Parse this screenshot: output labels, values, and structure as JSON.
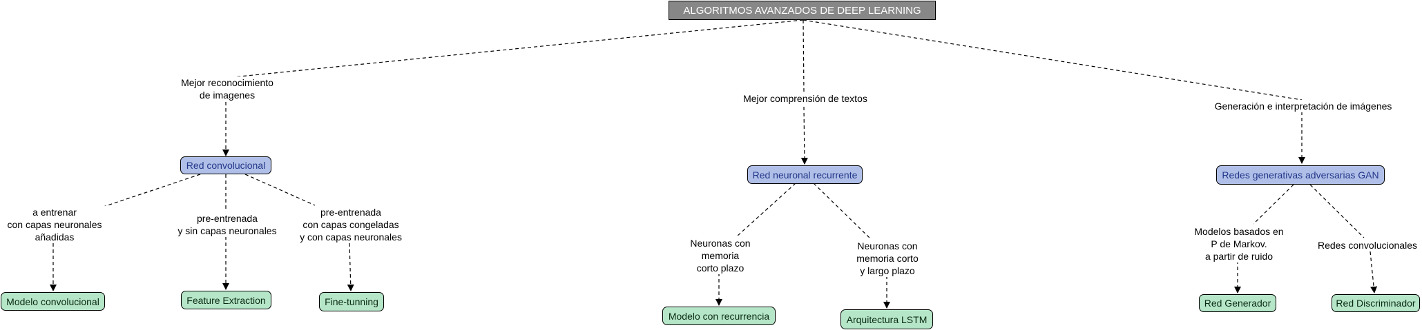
{
  "root": "ALGORITMOS AVANZADOS DE DEEP LEARNING",
  "links_top": {
    "images": "Mejor reconocimiento\nde imagenes",
    "texts": "Mejor comprensión de textos",
    "gan": "Generación e interpretación de imágenes"
  },
  "concepts": {
    "cnn": "Red convolucional",
    "rnn": "Red neuronal recurrente",
    "gan": "Redes generativas adversarias GAN"
  },
  "links_cnn": {
    "train": "a entrenar\ncon capas neuronales\nañadidas",
    "pretrained": "pre-entrenada\ny sin capas neuronales",
    "frozen": "pre-entrenada\ncon capas congeladas\ny con capas neuronales"
  },
  "links_rnn": {
    "short": "Neuronas con\nmemoria\ncorto plazo",
    "long": "Neuronas con\nmemoria corto\ny largo plazo"
  },
  "links_gan": {
    "markov": "Modelos basados en\nP de Markov.\na partir de ruido",
    "conv": "Redes convolucionales"
  },
  "leaves": {
    "conv_model": "Modelo convolucional",
    "feature": "Feature Extraction",
    "finetune": "Fine-tunning",
    "recurrence": "Modelo con recurrencia",
    "lstm": "Arquitectura LSTM",
    "generator": "Red Generador",
    "discriminator": "Red Discriminador"
  },
  "colors": {
    "root_fill": "#878787",
    "concept_fill": "#b0bfe7",
    "concept_text": "#23378a",
    "leaf_fill": "#b6e6c8"
  }
}
